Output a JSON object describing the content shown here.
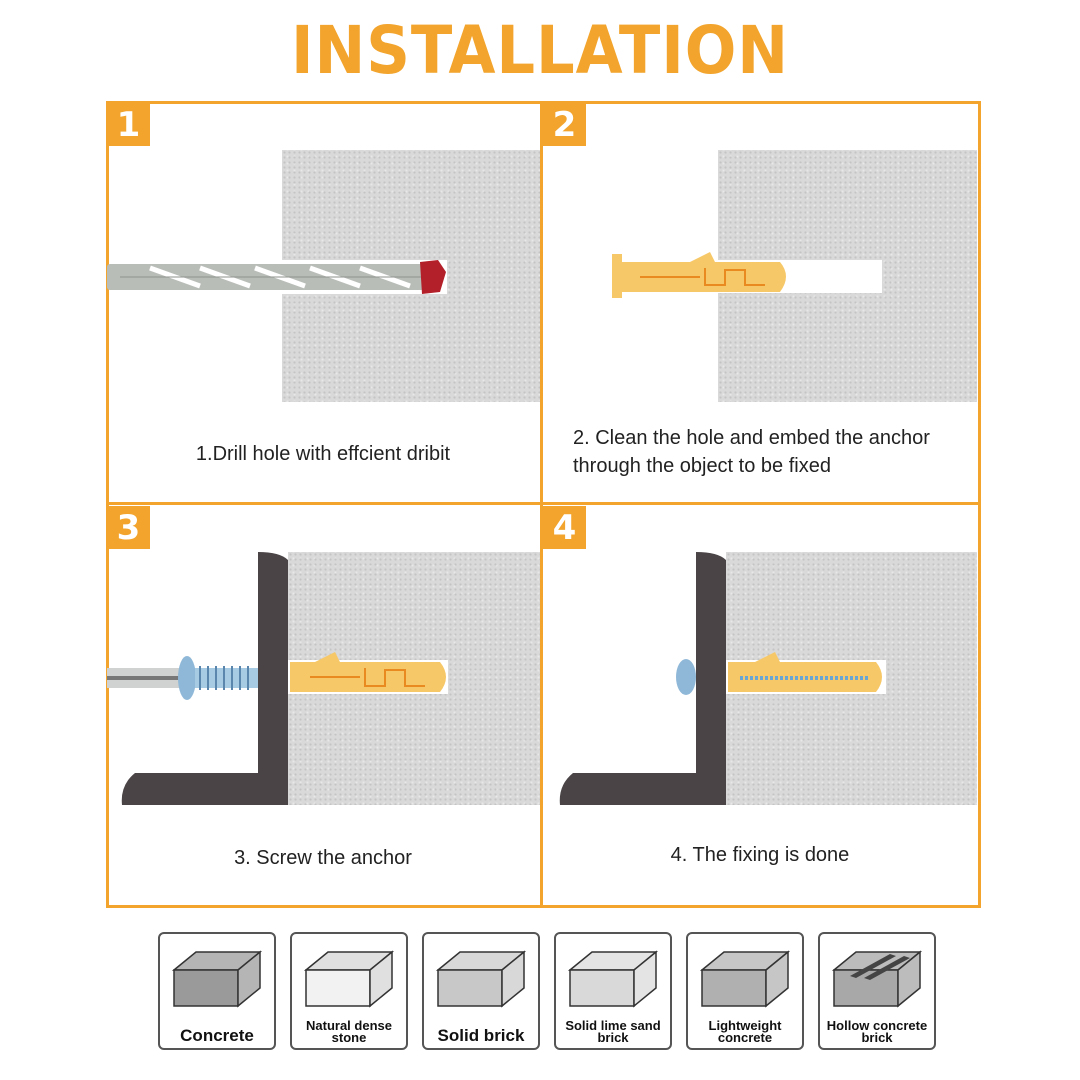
{
  "title": "INSTALLATION",
  "steps": [
    {
      "number": "1",
      "caption": "1.Drill hole with effcient dribit"
    },
    {
      "number": "2",
      "caption_line1": "2. Clean the hole and embed the anchor",
      "caption_line2": "through the object to be fixed"
    },
    {
      "number": "3",
      "caption": "3. Screw the anchor"
    },
    {
      "number": "4",
      "caption": "4. The fixing is done"
    }
  ],
  "materials": [
    {
      "line1": "Concrete",
      "line2": ""
    },
    {
      "line1": "Natural dense",
      "line2": "stone"
    },
    {
      "line1": "Solid brick",
      "line2": ""
    },
    {
      "line1": "Solid lime sand",
      "line2": "brick"
    },
    {
      "line1": "Lightweight",
      "line2": "concrete"
    },
    {
      "line1": "Hollow concrete",
      "line2": "brick"
    }
  ],
  "colors": {
    "accent": "#F2A42C",
    "anchor": "#F7C868",
    "bracket": "#4a4446"
  }
}
